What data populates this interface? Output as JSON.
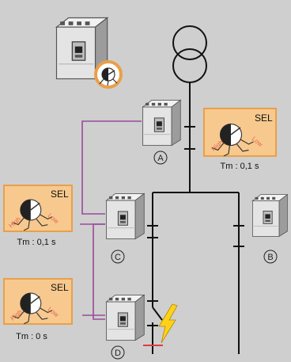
{
  "colors": {
    "background": "#cfcfcf",
    "panel_fill": "#f7c98e",
    "panel_border": "#e8a04a",
    "wire_purple": "#9a4a9a",
    "fault_red": "#e23b3b",
    "bolt_yellow": "#ffd21a",
    "label_high": "#e8664a",
    "label_low": "#e8664a"
  },
  "breakers": {
    "A": {
      "label": "A"
    },
    "B": {
      "label": "B"
    },
    "C": {
      "label": "C"
    },
    "D": {
      "label": "D"
    }
  },
  "panels": [
    {
      "id": "A",
      "sel": "SEL",
      "high": "High",
      "low": "Low",
      "tm": "Tm : 0,1 s"
    },
    {
      "id": "C",
      "sel": "SEL",
      "high": "High",
      "low": "Low",
      "tm": "Tm : 0,1 s"
    },
    {
      "id": "D",
      "sel": "SEL",
      "high": "High",
      "low": "Low",
      "tm": "Tm : 0 s"
    }
  ],
  "icons": {
    "transformer": "transformer-icon",
    "fault": "lightning-fault-icon",
    "legend_breaker": "circuit-breaker-with-dial-icon"
  }
}
